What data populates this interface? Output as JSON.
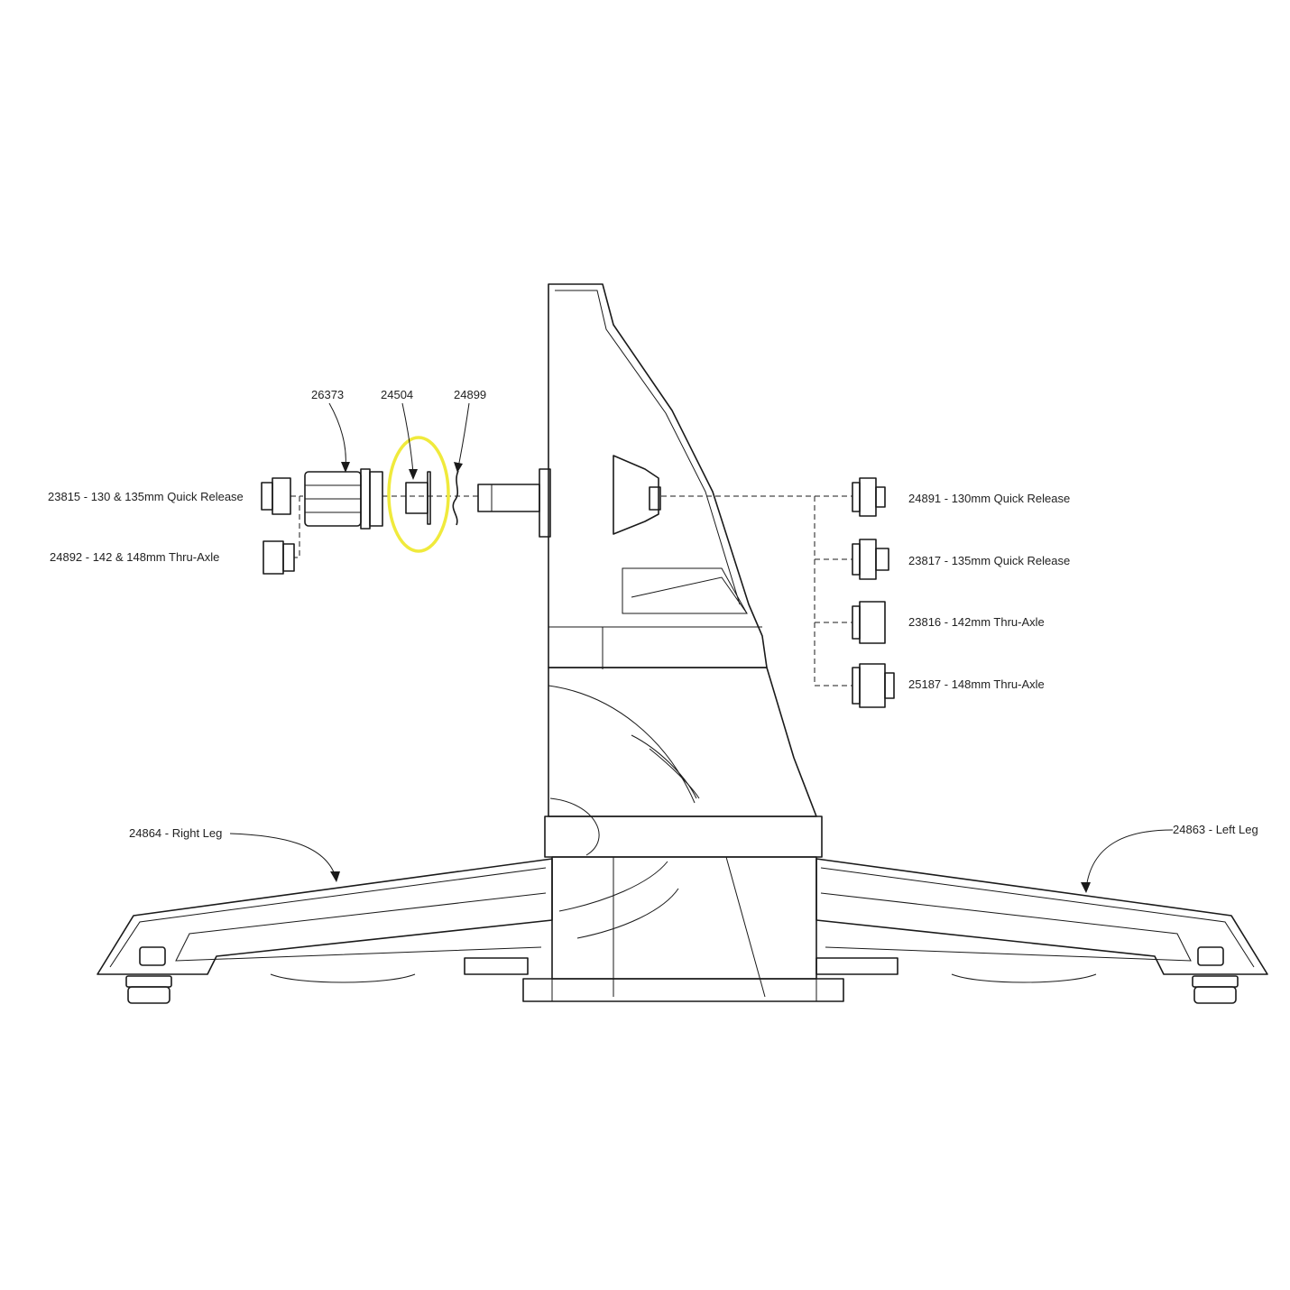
{
  "highlight_color": "#f0ea3c",
  "labels": {
    "freehub_body": "26373",
    "spacer": "24504",
    "washer": "24899",
    "end_cap_qr_left": "23815 - 130 & 135mm Quick Release",
    "end_cap_thru_left": "24892 - 142 & 148mm Thru-Axle",
    "end_cap_130qr": "24891 - 130mm Quick Release",
    "end_cap_135qr": "23817 - 135mm Quick Release",
    "end_cap_142ta": "23816 - 142mm Thru-Axle",
    "end_cap_148ta": "25187 - 148mm Thru-Axle",
    "right_leg": "24864 - Right Leg",
    "left_leg": "24863 - Left Leg"
  }
}
